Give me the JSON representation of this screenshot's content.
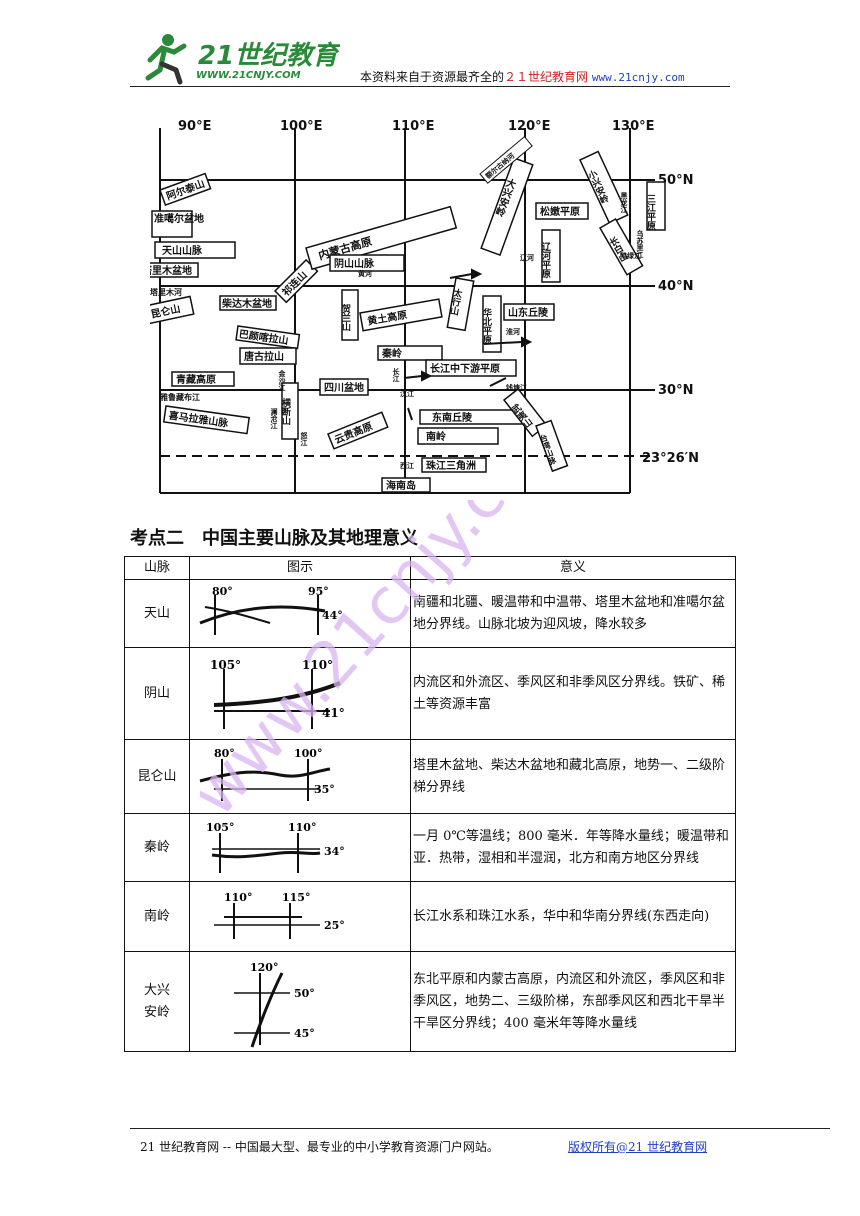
{
  "header": {
    "logo_text": "21世纪教育",
    "logo_url": "WWW.21CNJY.COM",
    "prefix": "本资料来自于资源最齐全的",
    "brand": "２１世纪教育网",
    "url": "www.21cnjy.com"
  },
  "map": {
    "lon_labels": [
      "90°E",
      "100°E",
      "110°E",
      "120°E",
      "130°E"
    ],
    "lat_labels": [
      "50°N",
      "40°N",
      "30°N",
      "23°26′N"
    ],
    "regions": [
      "阿尔泰山",
      "准噶尔盆地",
      "天山山脉",
      "塔里木盆地",
      "塔里木河",
      "昆仑山",
      "柴达木盆地",
      "祁连山",
      "巴颜喀拉山",
      "唐古拉山",
      "青藏高原",
      "雅鲁藏布江",
      "喜马拉雅山脉",
      "横断山",
      "四川盆地",
      "云贵高原",
      "内蒙古高原",
      "阴山山脉",
      "贺兰山",
      "黄土高原",
      "秦岭",
      "大兴安岭",
      "小兴安岭",
      "长白山",
      "松嫩平原",
      "辽河平原",
      "三江平原",
      "华北平原",
      "太行山",
      "山东丘陵",
      "长江中下游平原",
      "东南丘陵",
      "南岭",
      "武夷山",
      "台湾山脉",
      "珠江三角洲",
      "海南岛",
      "额尔古纳河",
      "黑龙江",
      "乌苏里江",
      "黄河",
      "长江",
      "汉江",
      "淮河",
      "辽河",
      "西江",
      "钱塘江",
      "金沙江",
      "澜沧江",
      "怒江",
      "鸭绿江"
    ]
  },
  "section": {
    "title": "考点二　中国主要山脉及其地理意义"
  },
  "table": {
    "headers": [
      "山脉",
      "图示",
      "意义"
    ],
    "rows": [
      {
        "name": "天山",
        "fig": {
          "lon1": "80°",
          "lon2": "95°",
          "lat": "44°"
        },
        "meaning": "南疆和北疆、暖温带和中温带、塔里木盆地和准噶尔盆地分界线。山脉北坡为迎风坡，降水较多"
      },
      {
        "name": "阴山",
        "fig": {
          "lon1": "105°",
          "lon2": "110°",
          "lat": "41°"
        },
        "meaning": "内流区和外流区、季风区和非季风区分界线。铁矿、稀土等资源丰富"
      },
      {
        "name": "昆仑山",
        "fig": {
          "lon1": "80°",
          "lon2": "100°",
          "lat": "35°"
        },
        "meaning": "塔里木盆地、柴达木盆地和藏北高原，地势一、二级阶梯分界线"
      },
      {
        "name": "秦岭",
        "fig": {
          "lon1": "105°",
          "lon2": "110°",
          "lat": "34°"
        },
        "meaning": "一月 0℃等温线；800 毫米．年等降水量线；暖温带和亚．热带，湿相和半湿润，北方和南方地区分界线"
      },
      {
        "name": "南岭",
        "fig": {
          "lon1": "110°",
          "lon2": "115°",
          "lat": "25°"
        },
        "meaning": "长江水系和珠江水系，华中和华南分界线(东西走向)"
      },
      {
        "name": "大兴\n安岭",
        "fig": {
          "lon1": "120°",
          "lat1": "50°",
          "lat2": "45°"
        },
        "meaning": "东北平原和内蒙古高原，内流区和外流区，季风区和非季风区，地势二、三级阶梯，东部季风区和西北干旱半干旱区分界线；400 毫米年等降水量线"
      }
    ]
  },
  "footer": {
    "left": "21 世纪教育网 -- 中国最大型、最专业的中小学教育资源门户网站。",
    "right": "版权所有@21 世纪教育网"
  },
  "watermark": "www.21cnjy.com",
  "colors": {
    "accent_red": "#d02020",
    "link_blue": "#2040c0",
    "logo_green": "#2a8a3a",
    "watermark": "#d8b4f0"
  }
}
